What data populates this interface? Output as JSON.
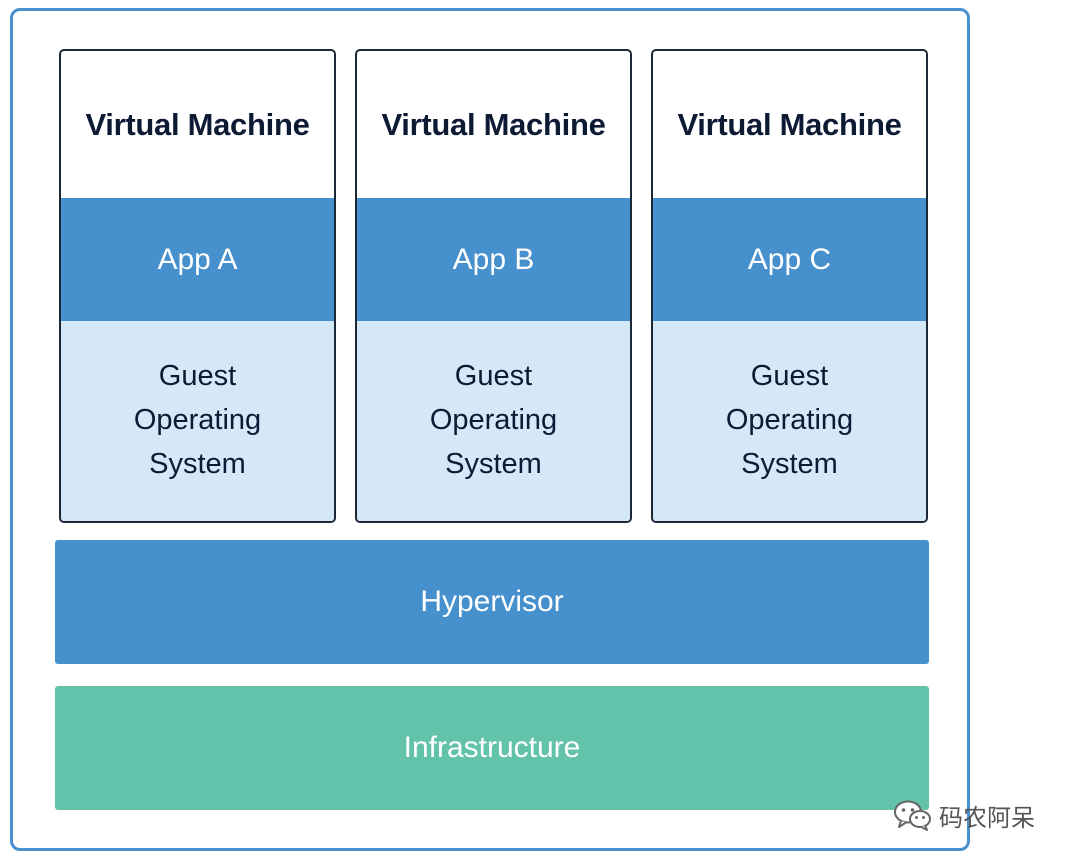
{
  "virtual_machines": [
    {
      "title": "Virtual Machine",
      "app": "App A",
      "os_lines": [
        "Guest",
        "Operating",
        "System"
      ]
    },
    {
      "title": "Virtual Machine",
      "app": "App B",
      "os_lines": [
        "Guest",
        "Operating",
        "System"
      ]
    },
    {
      "title": "Virtual Machine",
      "app": "App C",
      "os_lines": [
        "Guest",
        "Operating",
        "System"
      ]
    }
  ],
  "hypervisor": {
    "label": "Hypervisor"
  },
  "infrastructure": {
    "label": "Infrastructure"
  },
  "watermark": {
    "text": "码农阿呆",
    "icon": "wechat-icon"
  },
  "colors": {
    "frame_border": "#4a90cf",
    "app_blue": "#4590cd",
    "os_light_blue": "#d4e8f8",
    "infrastructure_green": "#63c3aa",
    "title_text": "#0c1b33"
  }
}
